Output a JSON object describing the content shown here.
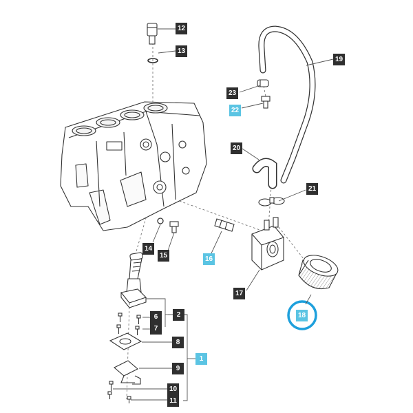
{
  "callouts": [
    {
      "label": "12",
      "style": "dark"
    },
    {
      "label": "13",
      "style": "dark"
    },
    {
      "label": "19",
      "style": "dark"
    },
    {
      "label": "23",
      "style": "dark"
    },
    {
      "label": "22",
      "style": "blue"
    },
    {
      "label": "20",
      "style": "dark"
    },
    {
      "label": "21",
      "style": "dark"
    },
    {
      "label": "14",
      "style": "dark"
    },
    {
      "label": "15",
      "style": "dark"
    },
    {
      "label": "16",
      "style": "blue"
    },
    {
      "label": "17",
      "style": "dark"
    },
    {
      "label": "18",
      "style": "blue",
      "highlighted": true
    },
    {
      "label": "2",
      "style": "dark"
    },
    {
      "label": "6",
      "style": "dark"
    },
    {
      "label": "7",
      "style": "dark"
    },
    {
      "label": "8",
      "style": "dark"
    },
    {
      "label": "1",
      "style": "blue"
    },
    {
      "label": "9",
      "style": "dark"
    },
    {
      "label": "10",
      "style": "dark"
    },
    {
      "label": "11",
      "style": "dark"
    }
  ],
  "colors": {
    "tag_dark": "#2f2f2f",
    "tag_blue": "#5bc4e3",
    "highlight_ring": "#1ea0dc",
    "line": "#555555"
  }
}
